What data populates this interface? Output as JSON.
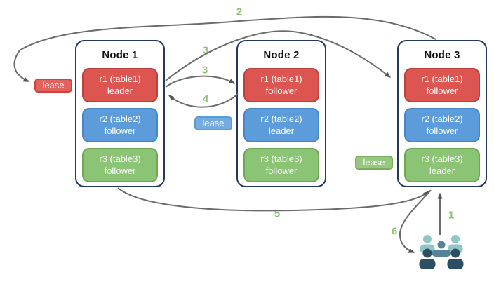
{
  "nodes": [
    {
      "title": "Node 1",
      "replicas": [
        {
          "line1": "r1 (table1)",
          "line2": "leader",
          "color": "red"
        },
        {
          "line1": "r2 (table2)",
          "line2": "follower",
          "color": "blue"
        },
        {
          "line1": "r3 (table3)",
          "line2": "follower",
          "color": "green"
        }
      ]
    },
    {
      "title": "Node 2",
      "replicas": [
        {
          "line1": "r1 (table1)",
          "line2": "follower",
          "color": "red"
        },
        {
          "line1": "r2 (table2)",
          "line2": "leader",
          "color": "blue"
        },
        {
          "line1": "r3 (table3)",
          "line2": "follower",
          "color": "green"
        }
      ]
    },
    {
      "title": "Node 3",
      "replicas": [
        {
          "line1": "r1 (table1)",
          "line2": "follower",
          "color": "red"
        },
        {
          "line1": "r2 (table2)",
          "line2": "follower",
          "color": "blue"
        },
        {
          "line1": "r3 (table3)",
          "line2": "leader",
          "color": "green"
        }
      ]
    }
  ],
  "leases": [
    {
      "label": "lease",
      "color": "red"
    },
    {
      "label": "lease",
      "color": "blue"
    },
    {
      "label": "lease",
      "color": "green"
    }
  ],
  "steps": [
    {
      "label": "2"
    },
    {
      "label": "3"
    },
    {
      "label": "3"
    },
    {
      "label": "4"
    },
    {
      "label": "5"
    },
    {
      "label": "6"
    },
    {
      "label": "1"
    }
  ],
  "colors": {
    "replica_red": "#dc5550",
    "replica_blue": "#5d9cdb",
    "replica_green": "#8cc475",
    "node_border": "#24385b",
    "arrow": "#6b6b6b",
    "step_label": "#8fbf72",
    "users_back": "#92c6c6",
    "users_middle": "#55839a",
    "users_front": "#2d4f63"
  },
  "icons": {
    "users": "users-group-icon"
  }
}
